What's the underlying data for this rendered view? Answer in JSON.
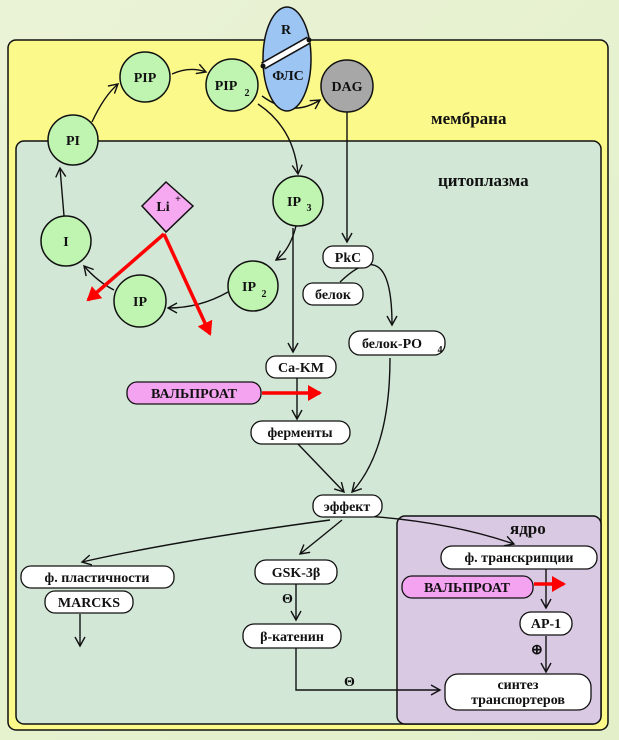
{
  "colors": {
    "membrane": "#fbf98a",
    "cytoplasm": "#d3e7d7",
    "nucleus": "#d9c9e3",
    "node_green": "#bff5b0",
    "plc_blue": "#9cc5f4",
    "dag_gray": "#a7a7a7",
    "li_pink": "#f6a8f0",
    "valproate_pink": "#f3a3ef",
    "inhibit_red": "#ff0000"
  },
  "regions": {
    "membrane_label": "мембрана",
    "cytoplasm_label": "цитоплазма",
    "nucleus_label": "ядро"
  },
  "nodes": {
    "pi": "PI",
    "pip": "PIP",
    "pip2_main": "PIP",
    "pip2_sub": "2",
    "receptor": "R",
    "plc": "ФЛС",
    "dag": "DAG",
    "ip3_main": "IP",
    "ip3_sub": "3",
    "ip2_main": "IP",
    "ip2_sub": "2",
    "ip": "IP",
    "inositol": "I",
    "li_main": "Li",
    "li_sup": "+"
  },
  "boxes": {
    "pkc": "PkC",
    "protein": "белок",
    "phosphoprotein_main": "белок-PO",
    "phosphoprotein_sub": "4",
    "ca_km": "Ca-KM",
    "valproate_1": "ВАЛЬПРОАТ",
    "enzymes": "ферменты",
    "effect": "эффект",
    "plasticity_factors": "ф. пластичности",
    "marcks": "MARCKS",
    "gsk3b": "GSK-3β",
    "beta_catenin": "β-катенин",
    "transcription_factors": "ф. транскрипции",
    "valproate_2": "ВАЛЬПРОАТ",
    "ap1": "AP-1",
    "synthesis_line1": "синтез",
    "synthesis_line2": "транспортеров"
  },
  "signs": {
    "gsk_inhibit": "Θ",
    "catenin_inhibit": "Θ",
    "ap1_plus": "⊕"
  }
}
